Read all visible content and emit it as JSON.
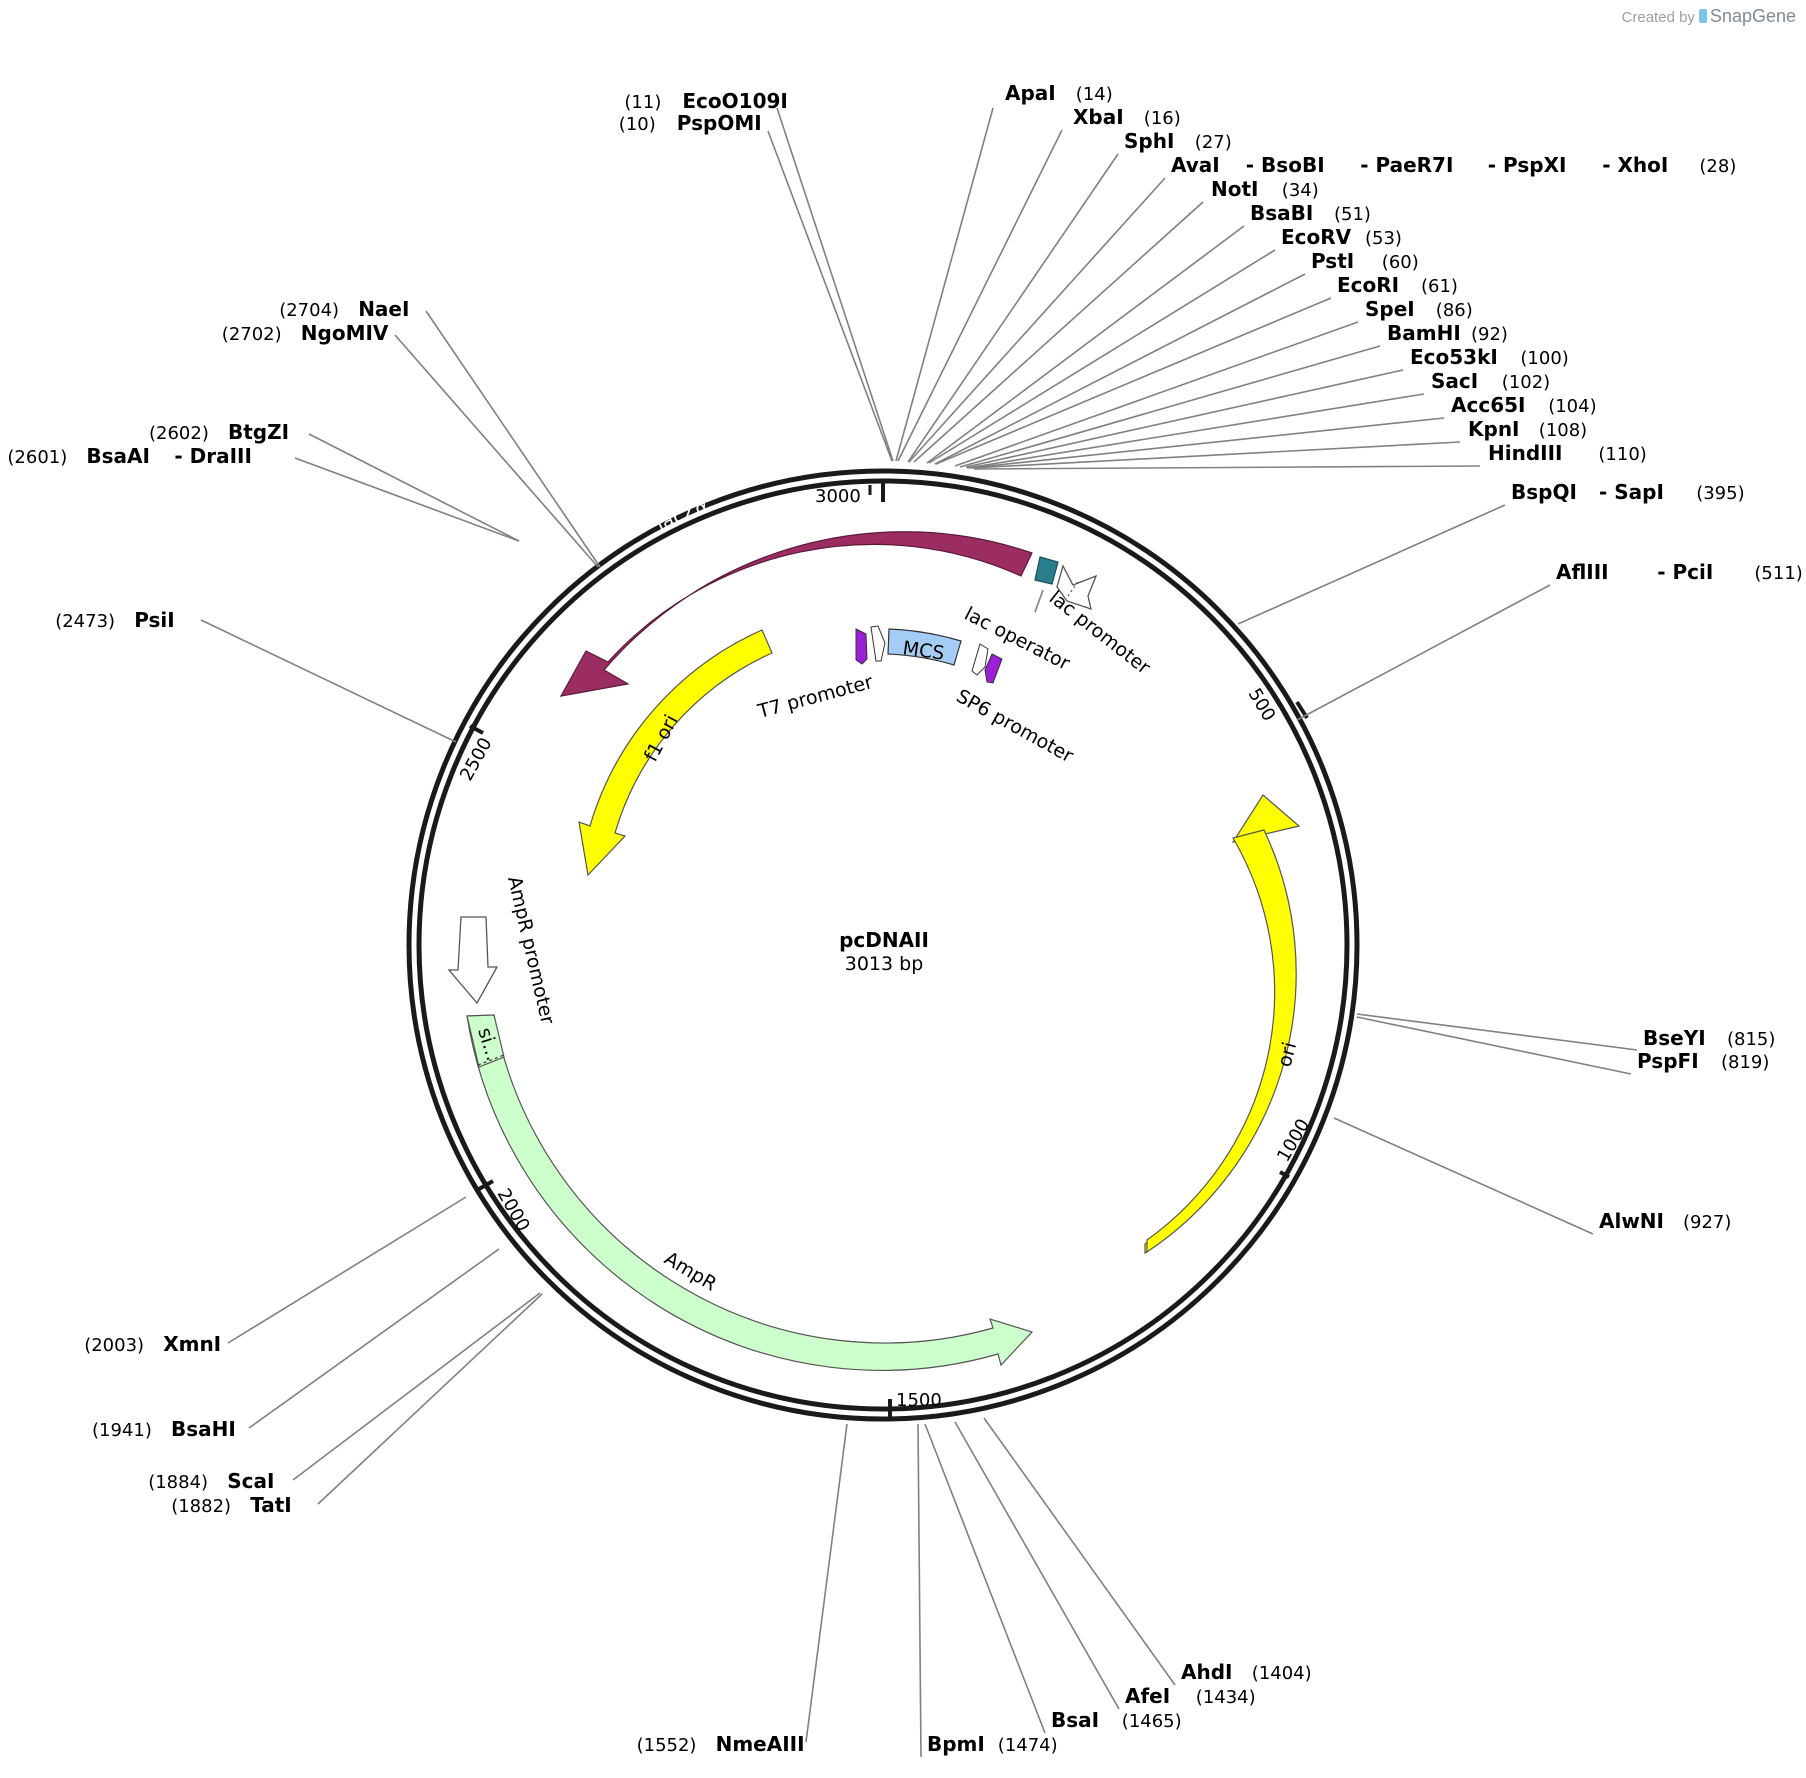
{
  "credit": {
    "created_by": "Created by",
    "brand": "SnapGene"
  },
  "plasmid": {
    "name": "pcDNAII",
    "size_label": "3013 bp",
    "length": 3013
  },
  "colors": {
    "lacZ": "#9b2d62",
    "f1_ori": "#ffff00",
    "ori": "#ffff00",
    "ampr": "#ccffcc",
    "mcs": "#a4ccf5",
    "lac_operator": "#2a7f8f",
    "promoter_violet": "#9b1fd6",
    "backbone": "#1a1a1a",
    "leader": "#808080"
  },
  "ticks": [
    {
      "pos": 500,
      "label": "500"
    },
    {
      "pos": 1000,
      "label": "1000"
    },
    {
      "pos": 1500,
      "label": "1500"
    },
    {
      "pos": 2000,
      "label": "2000"
    },
    {
      "pos": 2500,
      "label": "2500"
    },
    {
      "pos": 3000,
      "label": "3000"
    }
  ],
  "features": {
    "lacZ": {
      "label": "lacZα"
    },
    "f1_ori": {
      "label": "f1 ori"
    },
    "ori": {
      "label": "ori"
    },
    "ampr": {
      "label": "AmpR"
    },
    "signal": {
      "label": "si..."
    },
    "ampr_promoter": {
      "label": "AmpR promoter"
    },
    "lac_promoter": {
      "label": "lac promoter"
    },
    "lac_operator": {
      "label": "lac operator"
    },
    "t7_promoter": {
      "label": "T7 promoter"
    },
    "sp6_promoter": {
      "label": "SP6 promoter"
    },
    "mcs": {
      "label": "MCS"
    }
  },
  "sites": [
    {
      "pos": 11,
      "names": [
        "EcoO109I"
      ],
      "pos_label": "(11)"
    },
    {
      "pos": 10,
      "names": [
        "PspOMI"
      ],
      "pos_label": "(10)"
    },
    {
      "pos": 14,
      "names": [
        "ApaI"
      ],
      "pos_label": "(14)"
    },
    {
      "pos": 16,
      "names": [
        "XbaI"
      ],
      "pos_label": "(16)"
    },
    {
      "pos": 27,
      "names": [
        "SphI"
      ],
      "pos_label": "(27)"
    },
    {
      "pos": 28,
      "names": [
        "AvaI",
        "- BsoBI",
        "- PaeR7I",
        "- PspXI",
        "- XhoI"
      ],
      "pos_label": "(28)"
    },
    {
      "pos": 34,
      "names": [
        "NotI"
      ],
      "pos_label": "(34)"
    },
    {
      "pos": 51,
      "names": [
        "BsaBI"
      ],
      "pos_label": "(51)"
    },
    {
      "pos": 53,
      "names": [
        "EcoRV"
      ],
      "pos_label": "(53)"
    },
    {
      "pos": 60,
      "names": [
        "PstI"
      ],
      "pos_label": "(60)"
    },
    {
      "pos": 61,
      "names": [
        "EcoRI"
      ],
      "pos_label": "(61)"
    },
    {
      "pos": 86,
      "names": [
        "SpeI"
      ],
      "pos_label": "(86)"
    },
    {
      "pos": 92,
      "names": [
        "BamHI"
      ],
      "pos_label": "(92)"
    },
    {
      "pos": 100,
      "names": [
        "Eco53kI"
      ],
      "pos_label": "(100)"
    },
    {
      "pos": 102,
      "names": [
        "SacI"
      ],
      "pos_label": "(102)"
    },
    {
      "pos": 104,
      "names": [
        "Acc65I"
      ],
      "pos_label": "(104)"
    },
    {
      "pos": 108,
      "names": [
        "KpnI"
      ],
      "pos_label": "(108)"
    },
    {
      "pos": 110,
      "names": [
        "HindIII"
      ],
      "pos_label": "(110)"
    },
    {
      "pos": 395,
      "names": [
        "BspQI",
        "- SapI"
      ],
      "pos_label": "(395)"
    },
    {
      "pos": 511,
      "names": [
        "AflIII",
        "- PciI"
      ],
      "pos_label": "(511)"
    },
    {
      "pos": 815,
      "names": [
        "BseYI"
      ],
      "pos_label": "(815)"
    },
    {
      "pos": 819,
      "names": [
        "PspFI"
      ],
      "pos_label": "(819)"
    },
    {
      "pos": 927,
      "names": [
        "AlwNI"
      ],
      "pos_label": "(927)"
    },
    {
      "pos": 1404,
      "names": [
        "AhdI"
      ],
      "pos_label": "(1404)"
    },
    {
      "pos": 1434,
      "names": [
        "AfeI"
      ],
      "pos_label": "(1434)"
    },
    {
      "pos": 1465,
      "names": [
        "BsaI"
      ],
      "pos_label": "(1465)"
    },
    {
      "pos": 1474,
      "names": [
        "BpmI"
      ],
      "pos_label": "(1474)"
    },
    {
      "pos": 1552,
      "names": [
        "NmeAIII"
      ],
      "pos_label": "(1552)"
    },
    {
      "pos": 2003,
      "names": [
        "XmnI"
      ],
      "pos_label": "(2003)"
    },
    {
      "pos": 1941,
      "names": [
        "BsaHI"
      ],
      "pos_label": "(1941)"
    },
    {
      "pos": 1884,
      "names": [
        "ScaI"
      ],
      "pos_label": "(1884)"
    },
    {
      "pos": 1882,
      "names": [
        "TatI"
      ],
      "pos_label": "(1882)"
    },
    {
      "pos": 2473,
      "names": [
        "PsiI"
      ],
      "pos_label": "(2473)"
    },
    {
      "pos": 2602,
      "names": [
        "BtgZI"
      ],
      "pos_label": "(2602)"
    },
    {
      "pos": 2601,
      "names": [
        "BsaAI",
        "- DraIII"
      ],
      "pos_label": "(2601)"
    },
    {
      "pos": 2704,
      "names": [
        "NaeI"
      ],
      "pos_label": "(2704)"
    },
    {
      "pos": 2702,
      "names": [
        "NgoMIV"
      ],
      "pos_label": "(2702)"
    }
  ]
}
